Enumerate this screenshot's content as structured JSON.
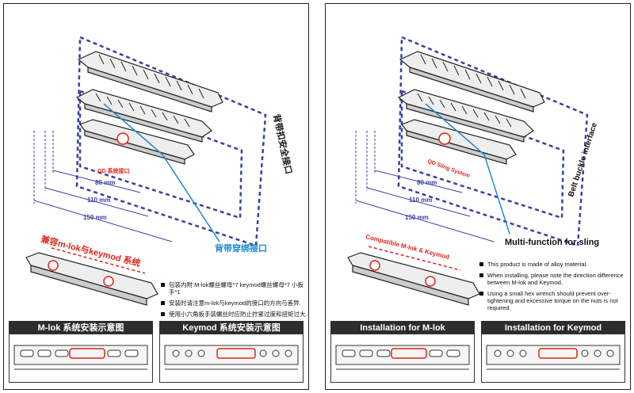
{
  "panels": [
    {
      "lang": "zh",
      "dims": [
        "80 mm",
        "110 mm",
        "150 mm"
      ],
      "qd_label": "QD 系统接口",
      "vertical_label": "背带扣安全接口",
      "sling_label": "背带穿绑接口",
      "compat_label": "兼容m-lok与keymod 系统",
      "bullets": [
        "包装内附:M-lok螺丝螺母*7 keymod螺丝螺母*7 小扳手*1",
        "安装时请注意m-lok与keymod的接口的方向与差异.",
        "使用小六角扳手装螺丝时应防止拧紧过度和扭矩过大."
      ],
      "install_mlok": "M-lok 系统安装示意图",
      "install_keymod": "Keymod 系统安装示意图"
    },
    {
      "lang": "en",
      "dims": [
        "80 mm",
        "110 mm",
        "150 mm"
      ],
      "qd_label": "QD Sling System",
      "vertical_label": "Belt buckle interface",
      "sling_label": "Multi-function for sling",
      "compat_label": "Compatible M-lok & Keymod",
      "bullets": [
        "This product is made of alloy material.",
        "When installing, please note the direction difference between M-lok and Keymod.",
        "Using a small hex wrench should prevent over-tightening and excessive torque on the nuts is not required."
      ],
      "install_mlok": "Installation for M-lok",
      "install_keymod": "Installation for Keymod"
    }
  ],
  "colors": {
    "dash": "#3a3fa8",
    "accent_red": "#e0241a",
    "line_blue": "#1a8ad0",
    "header_bg": "#2d2d2d"
  }
}
